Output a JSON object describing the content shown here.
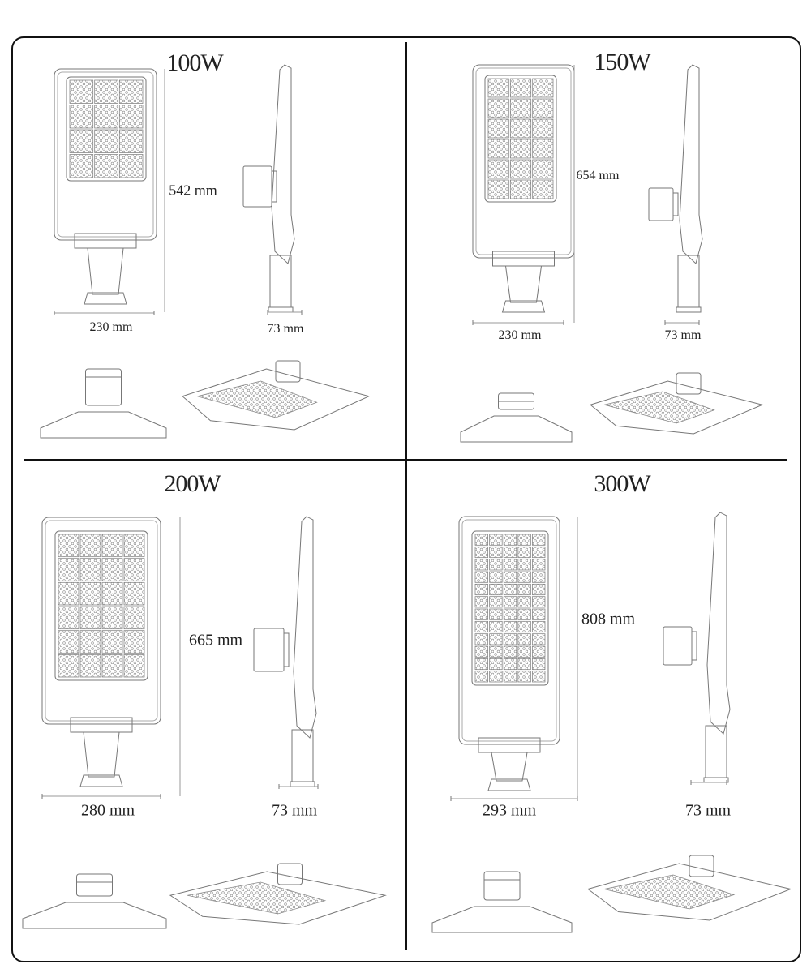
{
  "panels": [
    {
      "id": "100w",
      "title": "100W",
      "height": "542 mm",
      "width": "230 mm",
      "depth": "73 mm"
    },
    {
      "id": "150w",
      "title": "150W",
      "height": "654 mm",
      "width": "230 mm",
      "depth": "73 mm"
    },
    {
      "id": "200w",
      "title": "200W",
      "height": "665 mm",
      "width": "280 mm",
      "depth": "73 mm"
    },
    {
      "id": "300w",
      "title": "300W",
      "height": "808 mm",
      "width": "293 mm",
      "depth": "73 mm"
    }
  ]
}
